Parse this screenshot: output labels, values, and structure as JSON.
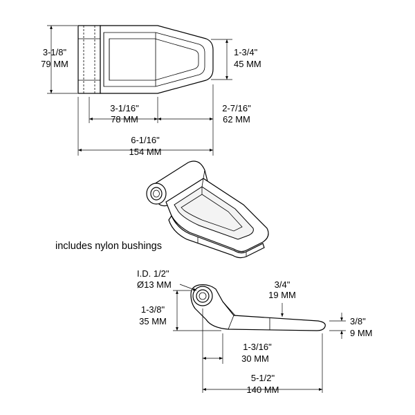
{
  "dimensions": {
    "top_height": {
      "imperial": "3-1/8\"",
      "metric": "79 MM"
    },
    "top_width_narrow": {
      "imperial": "1-3/4\"",
      "metric": "45 MM"
    },
    "top_length_a": {
      "imperial": "3-1/16\"",
      "metric": "78 MM"
    },
    "top_length_b": {
      "imperial": "2-7/16\"",
      "metric": "62 MM"
    },
    "top_overall": {
      "imperial": "6-1/16\"",
      "metric": "154 MM"
    },
    "side_id": {
      "imperial": "I.D. 1/2\"",
      "metric": "Ø13 MM"
    },
    "side_thickness": {
      "imperial": "3/4\"",
      "metric": "19 MM"
    },
    "side_height": {
      "imperial": "1-3/8\"",
      "metric": "35 MM"
    },
    "side_tip": {
      "imperial": "3/8\"",
      "metric": "9 MM"
    },
    "side_offset": {
      "imperial": "1-3/16\"",
      "metric": "30 MM"
    },
    "side_overall": {
      "imperial": "5-1/2\"",
      "metric": "140 MM"
    }
  },
  "note": "includes nylon bushings"
}
